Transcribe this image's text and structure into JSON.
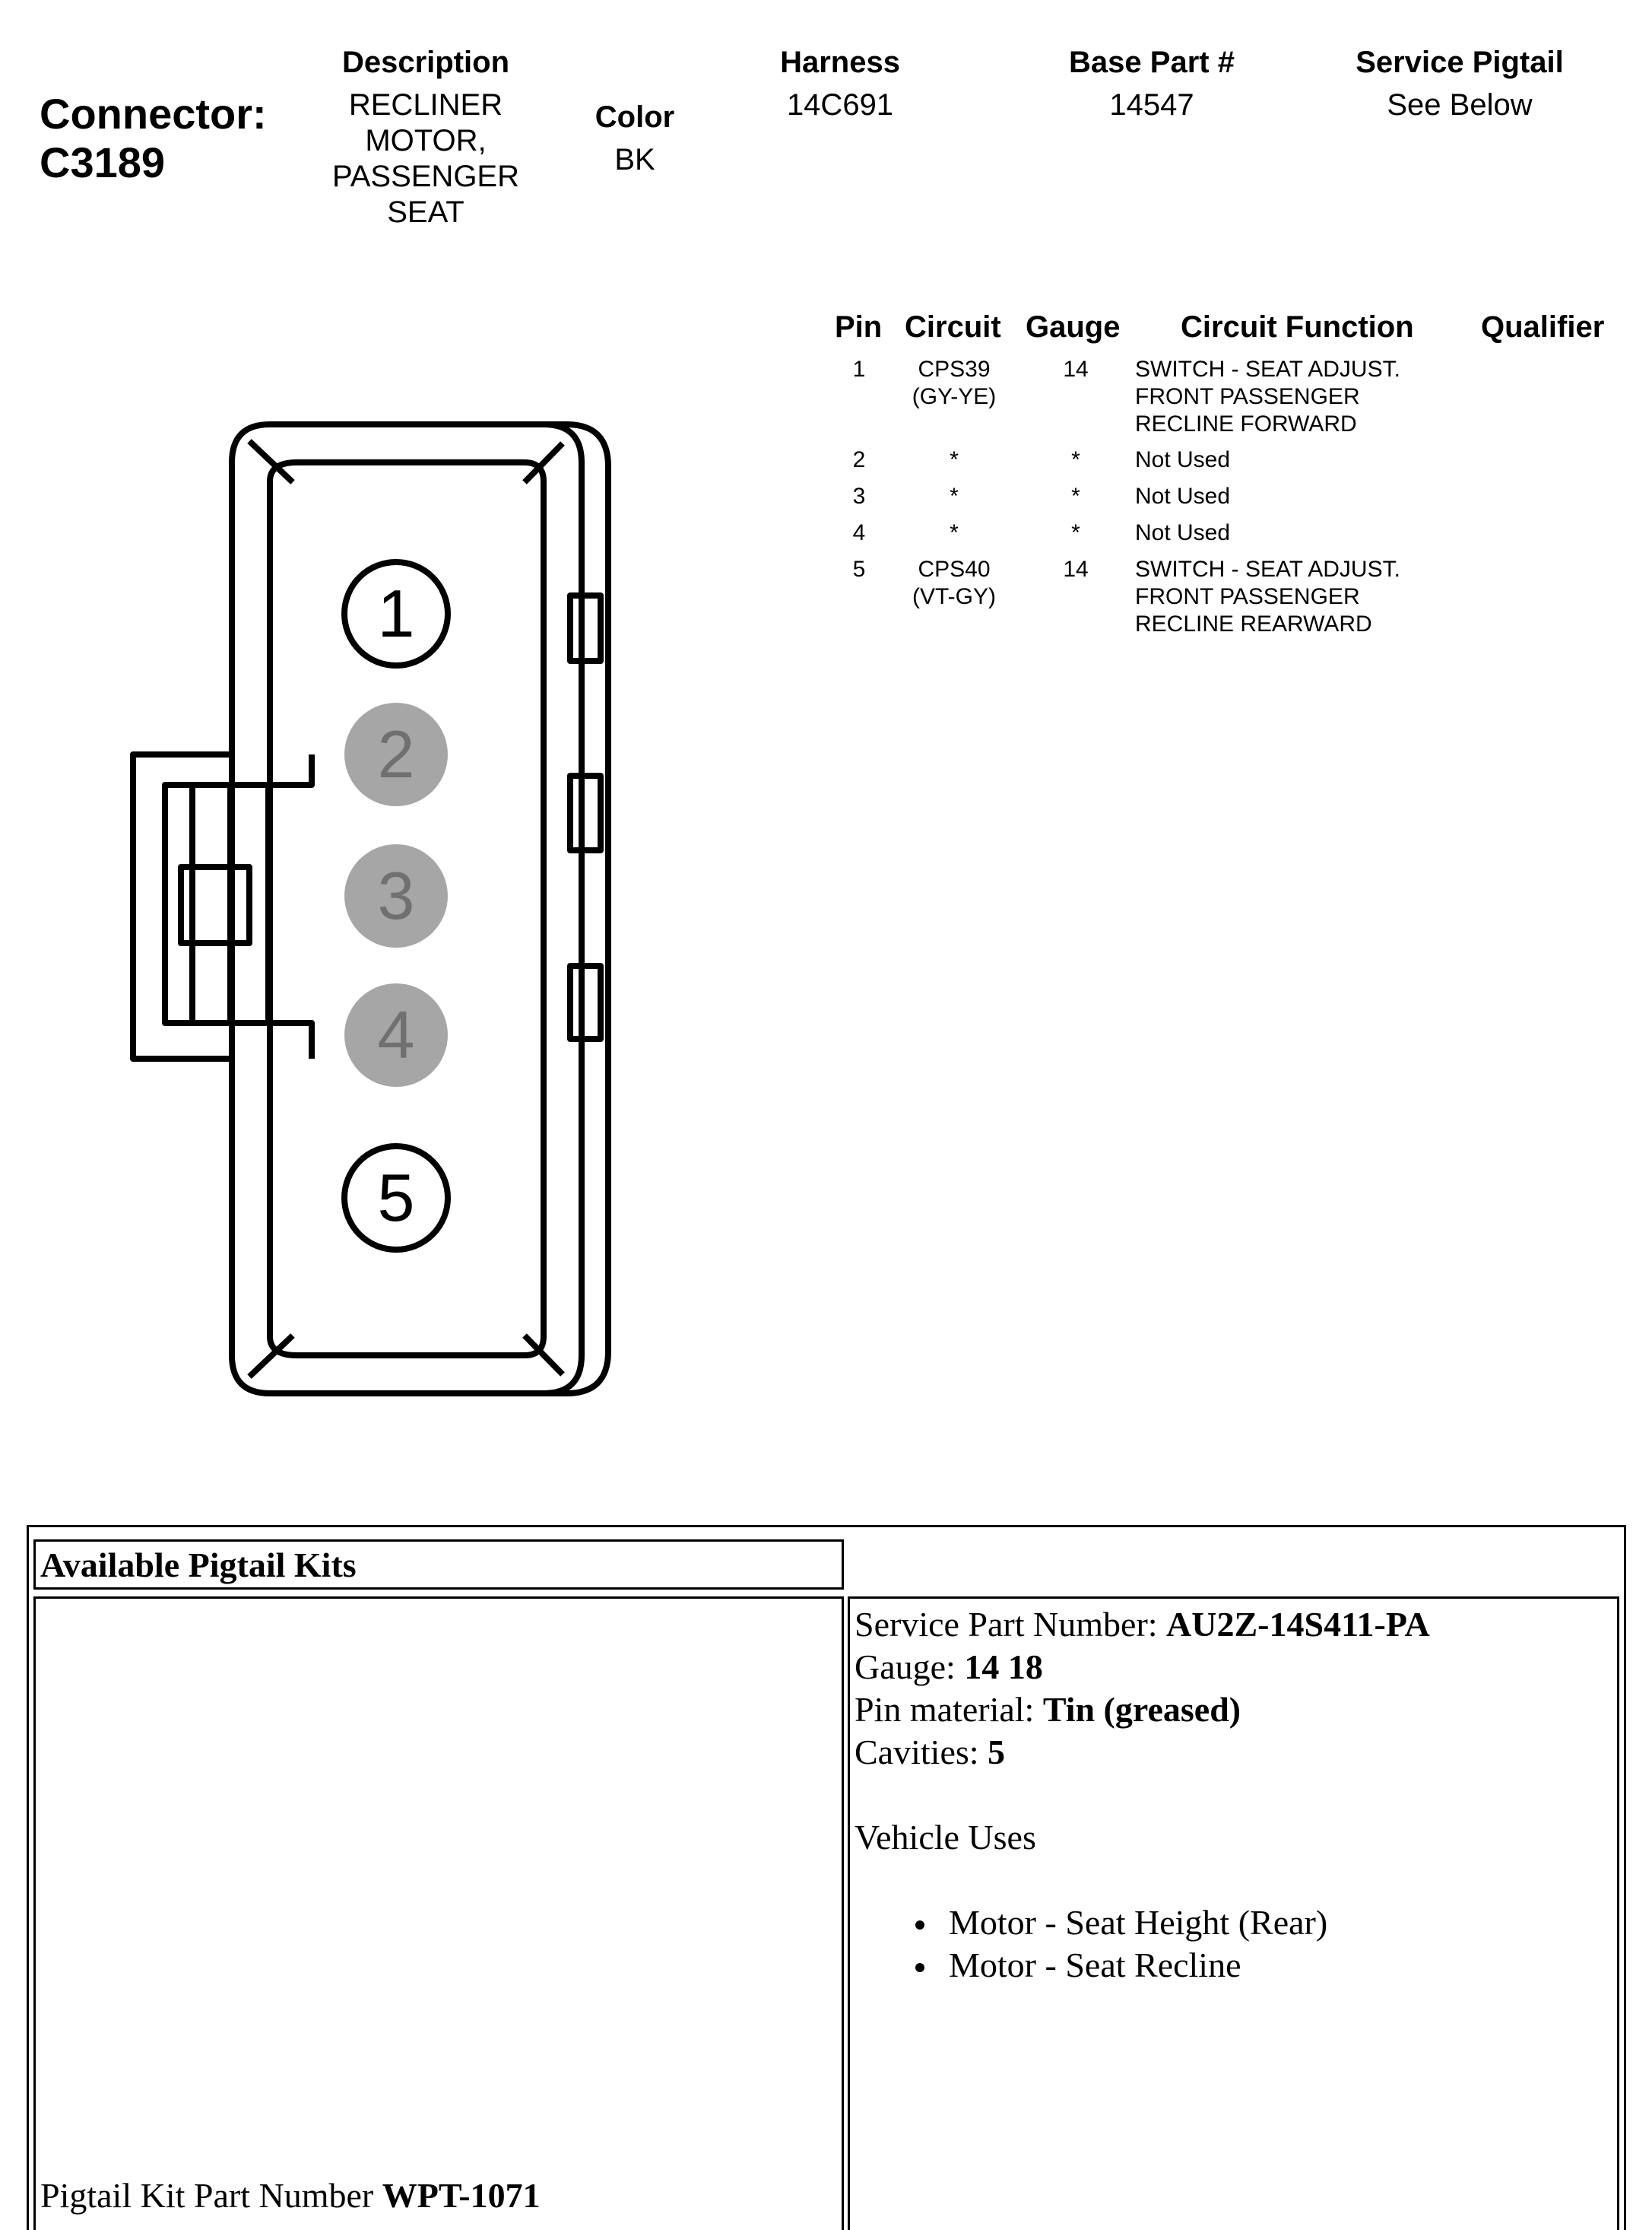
{
  "connector": {
    "label": "Connector:",
    "id": "C3189"
  },
  "header": {
    "description_label": "Description",
    "description_lines": [
      "RECLINER",
      "MOTOR,",
      "PASSENGER",
      "SEAT"
    ],
    "color_label": "Color",
    "color_value": "BK",
    "harness_label": "Harness",
    "harness_value": "14C691",
    "base_part_label": "Base Part #",
    "base_part_value": "14547",
    "service_pigtail_label": "Service Pigtail",
    "service_pigtail_value": "See Below"
  },
  "pin_table": {
    "headers": [
      "Pin",
      "Circuit",
      "Gauge",
      "Circuit Function",
      "Qualifier"
    ],
    "rows": [
      {
        "pin": "1",
        "circuit": [
          "CPS39",
          "(GY-YE)"
        ],
        "gauge": "14",
        "function": [
          "SWITCH - SEAT ADJUST.",
          "FRONT PASSENGER",
          "RECLINE FORWARD"
        ],
        "qualifier": ""
      },
      {
        "pin": "2",
        "circuit": [
          "*"
        ],
        "gauge": "*",
        "function": [
          "Not Used"
        ],
        "qualifier": ""
      },
      {
        "pin": "3",
        "circuit": [
          "*"
        ],
        "gauge": "*",
        "function": [
          "Not Used"
        ],
        "qualifier": ""
      },
      {
        "pin": "4",
        "circuit": [
          "*"
        ],
        "gauge": "*",
        "function": [
          "Not Used"
        ],
        "qualifier": ""
      },
      {
        "pin": "5",
        "circuit": [
          "CPS40",
          "(VT-GY)"
        ],
        "gauge": "14",
        "function": [
          "SWITCH - SEAT ADJUST.",
          "FRONT PASSENGER",
          "RECLINE REARWARD"
        ],
        "qualifier": ""
      }
    ]
  },
  "diagram": {
    "pins": [
      {
        "label": "1",
        "used": true
      },
      {
        "label": "2",
        "used": false
      },
      {
        "label": "3",
        "used": false
      },
      {
        "label": "4",
        "used": false
      },
      {
        "label": "5",
        "used": true
      }
    ]
  },
  "pigtail": {
    "title": "Available Pigtail Kits",
    "kit_label": "Pigtail Kit Part Number ",
    "kit_number": "WPT-1071",
    "service_part_label": "Service Part Number: ",
    "service_part_value": "AU2Z-14S411-PA",
    "gauge_label": "Gauge: ",
    "gauge_value": "14 18",
    "pin_material_label": "Pin material: ",
    "pin_material_value": "Tin (greased)",
    "cavities_label": "Cavities: ",
    "cavities_value": "5",
    "vehicle_uses_label": "Vehicle Uses",
    "vehicle_uses": [
      "Motor - Seat Height (Rear)",
      "Motor - Seat Recline"
    ]
  }
}
